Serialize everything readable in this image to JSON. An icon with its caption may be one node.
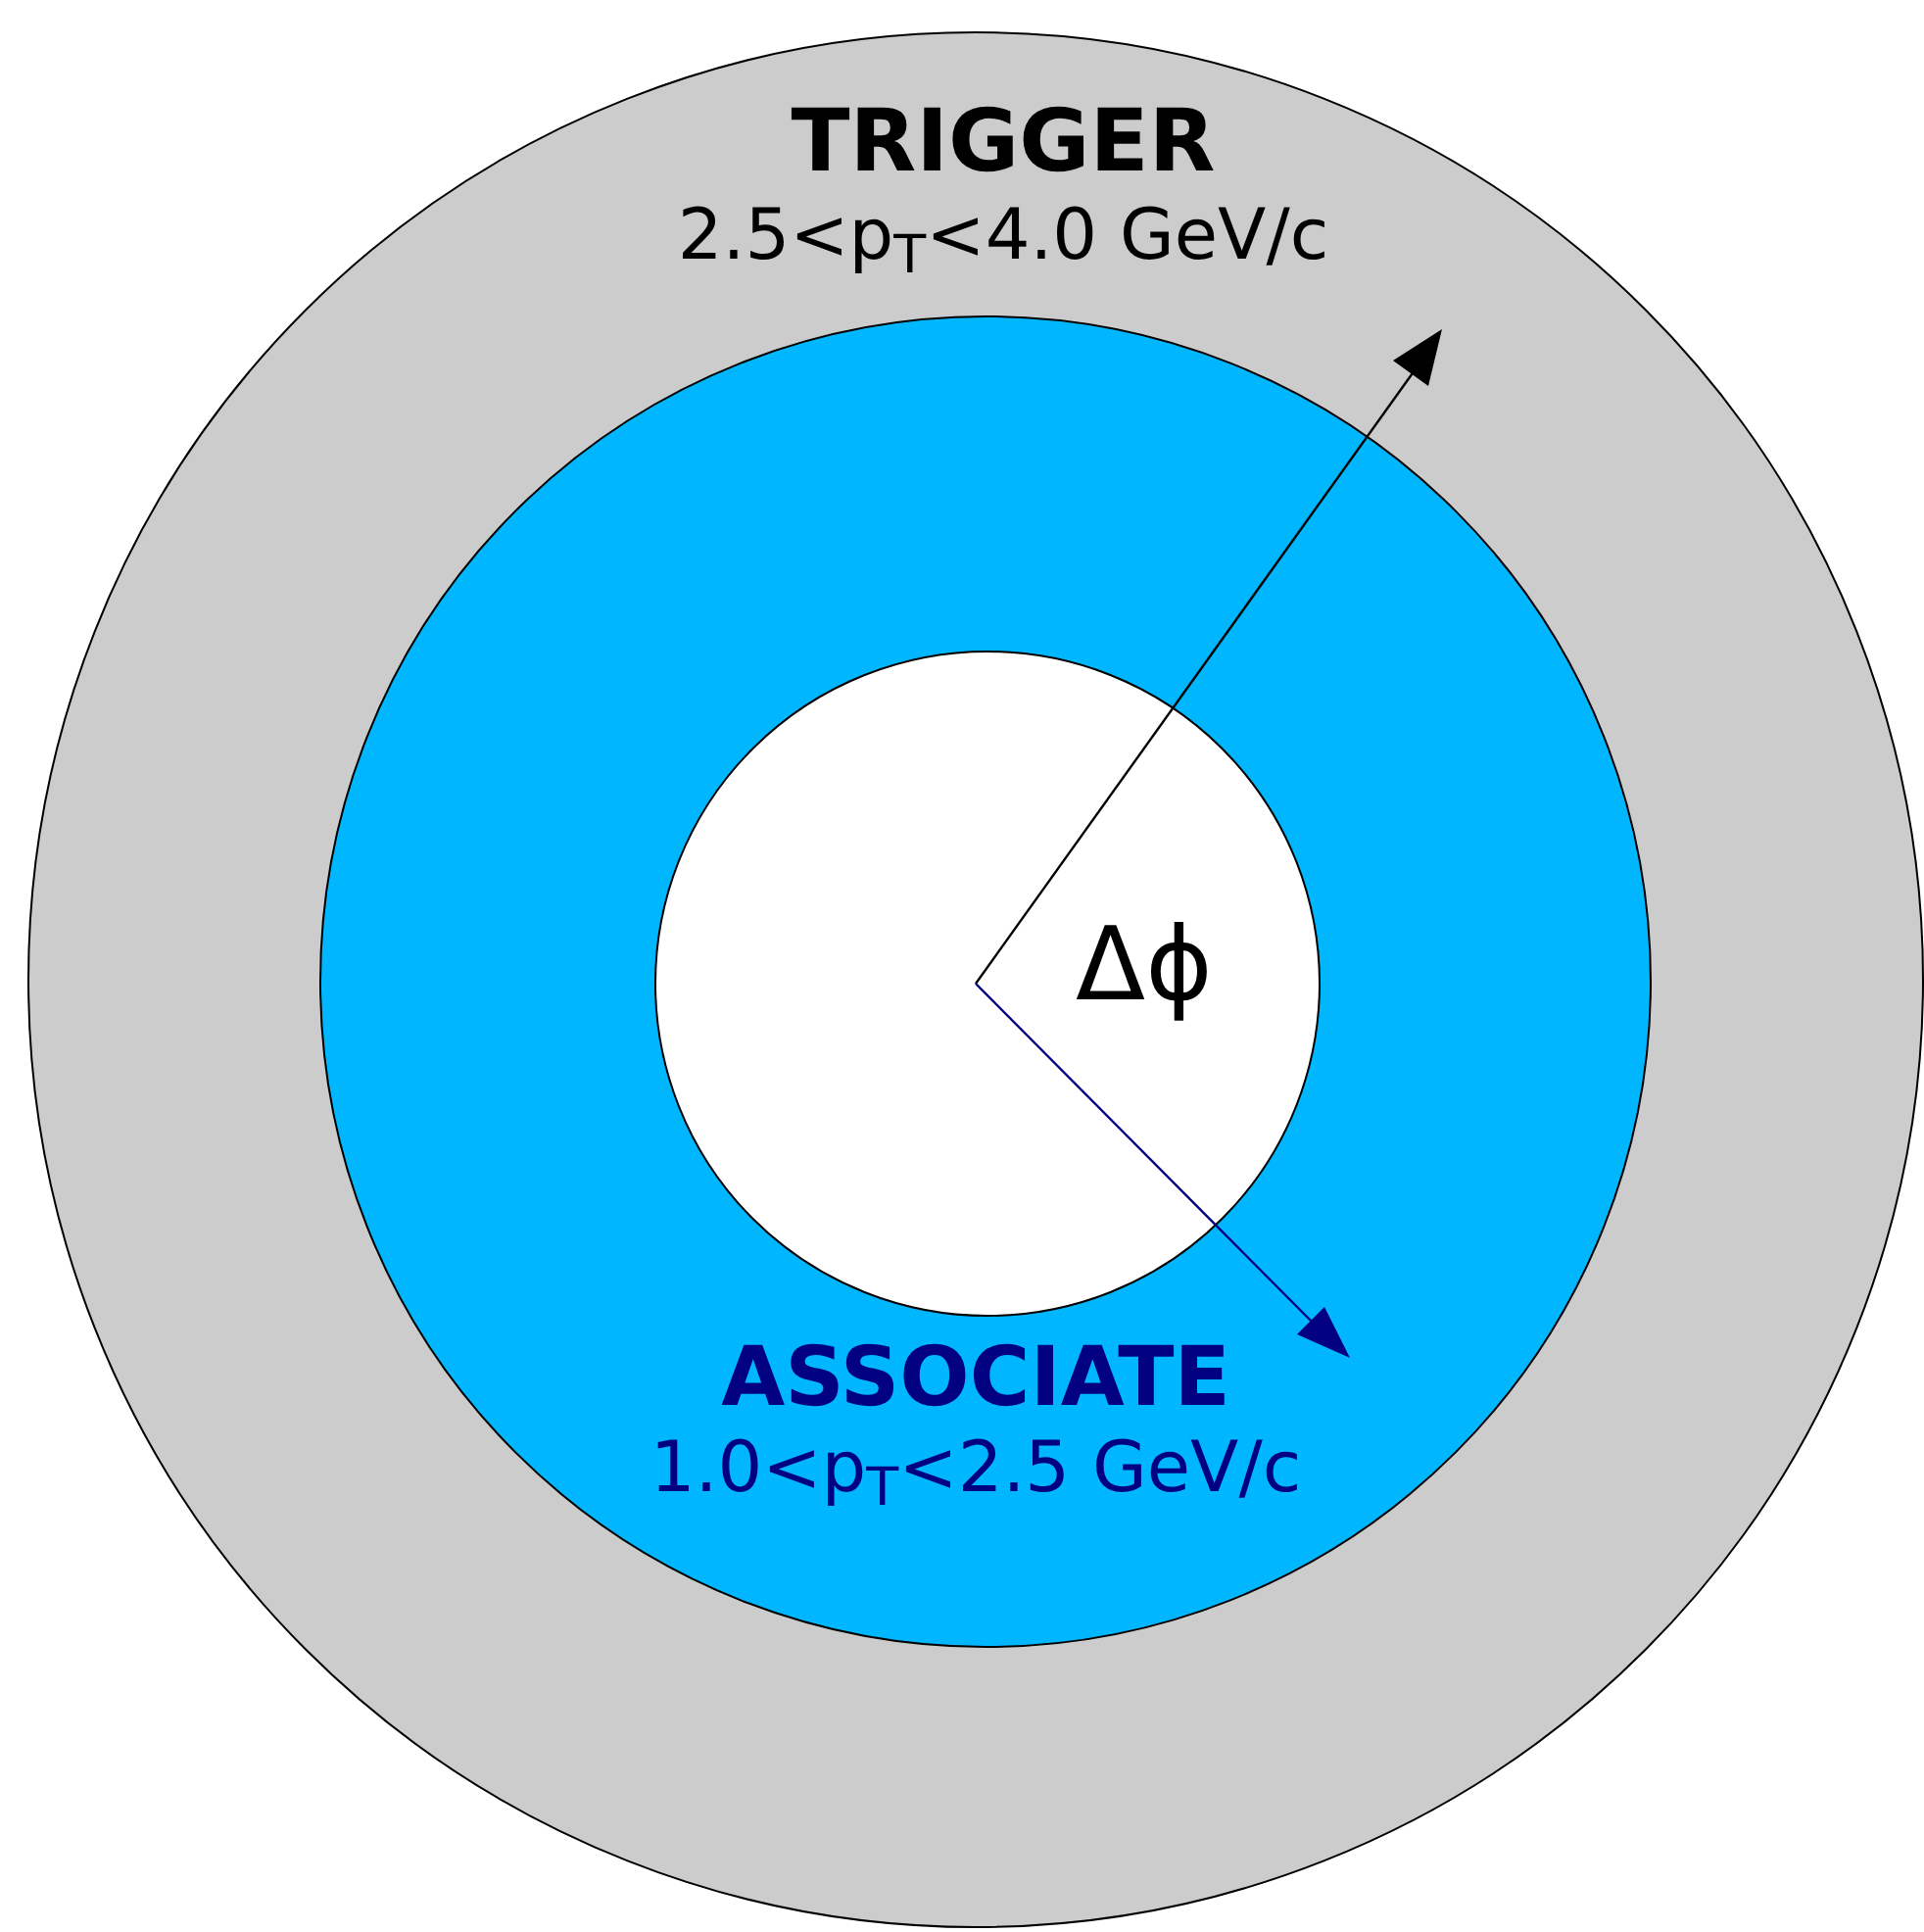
{
  "diagram": {
    "nodes": [
      {
        "text": [
          "TRIGGER",
          "2.5<p$_{T}$<4.0 GeV/c"
        ]
      },
      {
        "text": [
          "ASSOCIATE",
          "1.0<p$_{T}$<2.5 GeV/c"
        ],
        "in": 0
      },
      {
        "text": [
          "Δϕ"
        ],
        "in": 1
      }
    ]
  }
}
